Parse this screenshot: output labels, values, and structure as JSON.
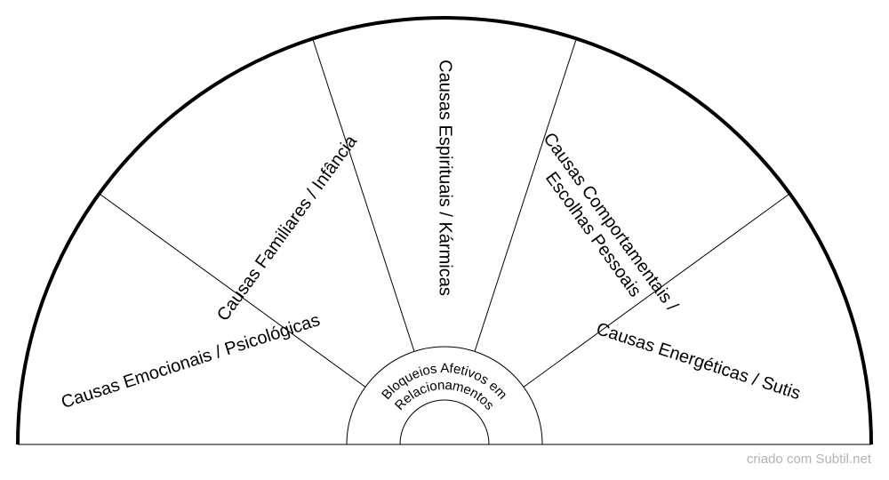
{
  "diagram": {
    "center_label": [
      "Bloqueios Afetivos em",
      "Relacionamentos"
    ],
    "sectors": [
      {
        "label": [
          "Causas Emocionais / Psicológicas"
        ]
      },
      {
        "label": [
          "Causas Familiares / Infância"
        ]
      },
      {
        "label": [
          "Causas Espirituais / Kármicas"
        ]
      },
      {
        "label": [
          "Causas Comportamentais /",
          "Escolhas Pessoais"
        ]
      },
      {
        "label": [
          "Causas Energéticas / Sutis"
        ]
      }
    ]
  },
  "footer": {
    "credit": "criado com Subtil.net"
  },
  "colors": {
    "stroke": "#000000",
    "credit": "#b4b4b4",
    "background": "#ffffff"
  }
}
